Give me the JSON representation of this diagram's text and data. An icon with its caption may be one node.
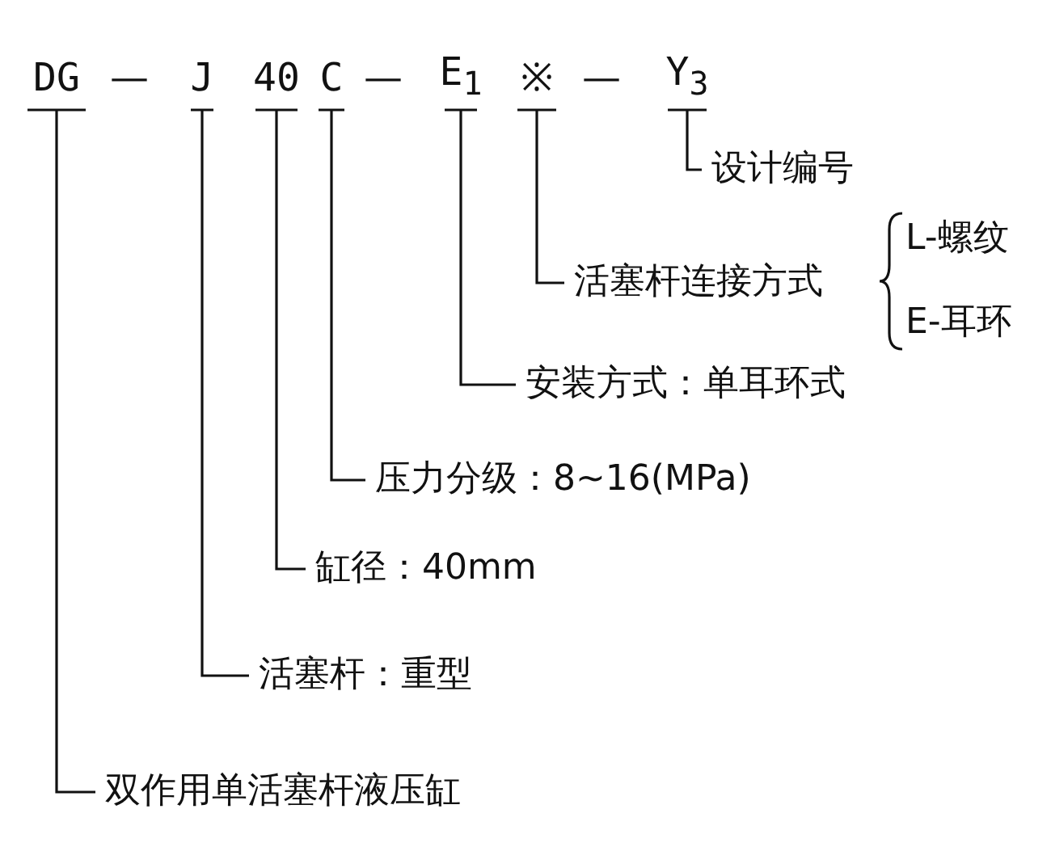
{
  "diagram": {
    "nodes": [
      {
        "text": [
          "DG"
        ]
      },
      {
        "text": [
          "J"
        ]
      },
      {
        "text": [
          "40"
        ]
      },
      {
        "text": [
          "C"
        ]
      },
      {
        "text": [
          "E$_{1}$"
        ]
      },
      {
        "text": [
          "※"
        ]
      },
      {
        "text": [
          "Y$_{3}$"
        ]
      },
      {
        "text": [
          "设计编号"
        ]
      },
      {
        "text": [
          "活塞杆连接方式"
        ]
      },
      {
        "text": [
          "安装方式：单耳环式"
        ]
      },
      {
        "text": [
          "压力分级：8~16(MPa)"
        ]
      },
      {
        "text": [
          "缸径：40mm"
        ]
      },
      {
        "text": [
          "活塞杆：重型"
        ]
      },
      {
        "text": [
          "双作用单活塞杆液压缸"
        ]
      }
    ],
    "edges": [
      {
        "from": 6,
        "to": 7,
        "arrow": "none"
      },
      {
        "from": 5,
        "to": 8,
        "arrow": "none"
      },
      {
        "from": 4,
        "to": 9,
        "arrow": "none"
      },
      {
        "from": 3,
        "to": 10,
        "arrow": "none"
      },
      {
        "from": 2,
        "to": 11,
        "arrow": "none"
      },
      {
        "from": 1,
        "to": 12,
        "arrow": "none"
      },
      {
        "from": 0,
        "to": 13,
        "arrow": "none"
      }
    ],
    "labels": [
      "—",
      "—",
      "—",
      "L-螺纹",
      "E-耳环"
    ]
  }
}
